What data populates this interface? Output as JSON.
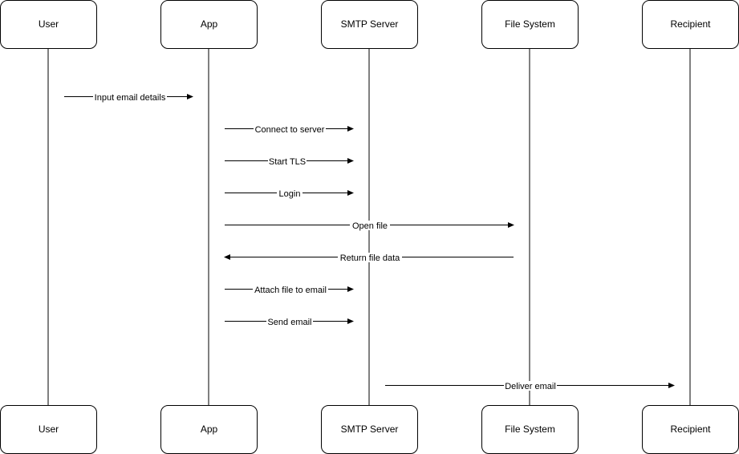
{
  "diagram": {
    "participants": [
      {
        "id": "user",
        "label": "User"
      },
      {
        "id": "app",
        "label": "App"
      },
      {
        "id": "smtp",
        "label": "SMTP Server"
      },
      {
        "id": "fs",
        "label": "File System"
      },
      {
        "id": "recipient",
        "label": "Recipient"
      }
    ],
    "messages": [
      {
        "from": "user",
        "to": "app",
        "label": "Input email details"
      },
      {
        "from": "app",
        "to": "smtp",
        "label": "Connect to server"
      },
      {
        "from": "app",
        "to": "smtp",
        "label": "Start TLS"
      },
      {
        "from": "app",
        "to": "smtp",
        "label": "Login"
      },
      {
        "from": "app",
        "to": "fs",
        "label": "Open file"
      },
      {
        "from": "fs",
        "to": "app",
        "label": "Return file data"
      },
      {
        "from": "app",
        "to": "smtp",
        "label": "Attach file to email"
      },
      {
        "from": "app",
        "to": "smtp",
        "label": "Send email"
      },
      {
        "from": "smtp",
        "to": "recipient",
        "label": "Deliver email"
      }
    ]
  }
}
